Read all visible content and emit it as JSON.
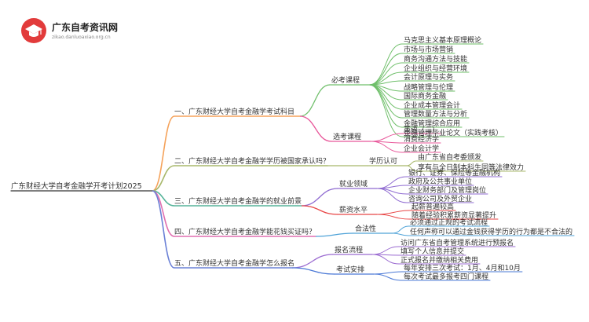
{
  "logo": {
    "title": "广东自考资讯网",
    "domain": "zikao.danluoaxiao.org.cn"
  },
  "mindmap": {
    "root": "广东财经大学自考金融学开考计划2025",
    "branches": [
      {
        "label": "一、广东财经大学自考金融学考试科目",
        "color": "#f5a25a",
        "children": [
          {
            "label": "必考课程",
            "color": "#6fbf6a",
            "children": [
              "马克思主义基本原理概论",
              "市场与市场营销",
              "商务沟通方法与技能",
              "企业组织与经营环境",
              "会计原理与实务",
              "战略管理与伦理",
              "国际商务金融",
              "企业成本管理会计",
              "管理数量方法与分析",
              "金融管理综合应用",
              "金融管理毕业论文（实践考核）"
            ]
          },
          {
            "label": "选考课程",
            "color": "#e8579a",
            "children": [
              "英语（二）",
              "消费经济学",
              "企业会计学"
            ]
          }
        ]
      },
      {
        "label": "二、广东财经大学自考金融学学历被国家承认吗？",
        "color": "#a8b86b",
        "children": [
          {
            "label": "学历认可",
            "color": "#a8b86b",
            "children": [
              "由广东省自考委颁发",
              "享有与全日制本科生同等法律效力"
            ]
          }
        ]
      },
      {
        "label": "三、广东财经大学自考金融学的就业前景",
        "color": "#56b49a",
        "children": [
          {
            "label": "就业领域",
            "color": "#8f6bd1",
            "children": [
              "银行、证券、保险等金融机构",
              "政府及公共事业单位",
              "企业财务部门及管理岗位",
              "咨询公司及外贸企业"
            ]
          },
          {
            "label": "薪资水平",
            "color": "#e84646",
            "children": [
              "起薪普遍较高",
              "随着经验积累薪资显著提升"
            ]
          }
        ]
      },
      {
        "label": "四、广东财经大学自考金融学能花钱买证吗？",
        "color": "#e06fb0",
        "children": [
          {
            "label": "合法性",
            "color": "#4fa3d8",
            "children": [
              "必须通过正规的考试流程",
              "任何声称可以通过金钱获得学历的行为都是不合法的"
            ]
          }
        ]
      },
      {
        "label": "五、广东财经大学自考金融学怎么报名",
        "color": "#6a80d6",
        "children": [
          {
            "label": "报名流程",
            "color": "#9b6bd1",
            "children": [
              "访问广东省自考管理系统进行预报名",
              "填写个人信息并提交",
              "正式报名并缴纳相关费用"
            ]
          },
          {
            "label": "考试安排",
            "color": "#4a78d6",
            "children": [
              "每年安排三次考试：1月、4月和10月",
              "每次考试最多报考四门课程"
            ]
          }
        ]
      }
    ]
  }
}
